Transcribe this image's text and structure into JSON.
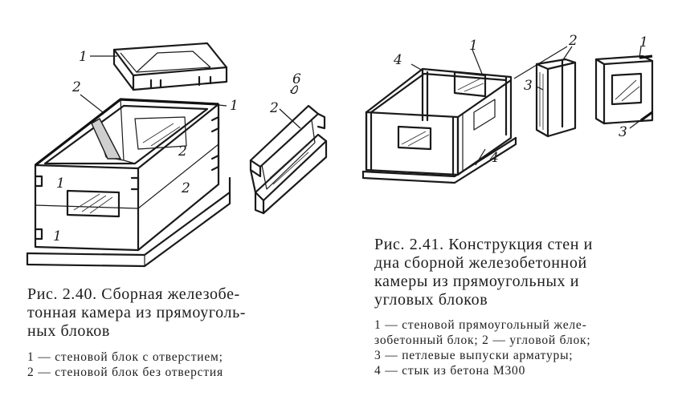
{
  "figure_240": {
    "caption_lines": [
      "Рис. 2.40.  Сборная железобе-",
      "тонная камера из прямоуголь-",
      "ных блоков"
    ],
    "legend_lines": [
      "1 — стеновой  блок  с  отверстием;",
      "2 — стеновой блок без отверстия"
    ],
    "labels": {
      "lid_block": "1",
      "corner_block": "2",
      "top_right": "1",
      "front_upper": "1",
      "front_lower": "1",
      "side_upper": "2",
      "side_lower": "2",
      "detached_block": "2",
      "stray_mark": "6"
    }
  },
  "figure_241": {
    "caption_lines": [
      "Рис. 2.41. Конструкция стен и",
      "дна сборной  железобетонной",
      "камеры  из  прямоугольных   и",
      "угловых блоков"
    ],
    "legend_lines": [
      "1 — стеновой прямоугольный желе-",
      "зобетонный блок; 2 — угловой блок;",
      "3 — петлевые  выпуски  арматуры;",
      "4 — стык из бетона М300"
    ],
    "labels": {
      "joint_top": "4",
      "joint_bottom": "4",
      "top_center": "1",
      "corner_block": "2",
      "loops_left": "3",
      "panel_top": "1",
      "loops_bottom": "3"
    }
  }
}
